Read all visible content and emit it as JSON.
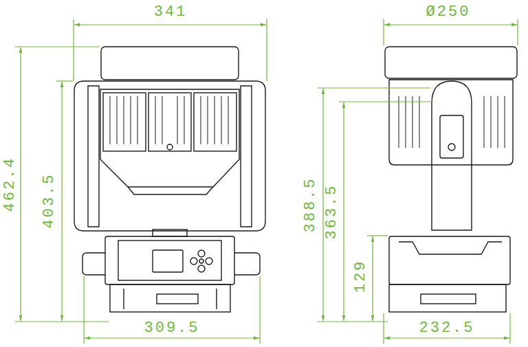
{
  "diagram": {
    "labels": [
      "341",
      "Ø250",
      "462.4",
      "403.5",
      "388.5",
      "363.5",
      "129",
      "309.5",
      "232.5"
    ]
  }
}
